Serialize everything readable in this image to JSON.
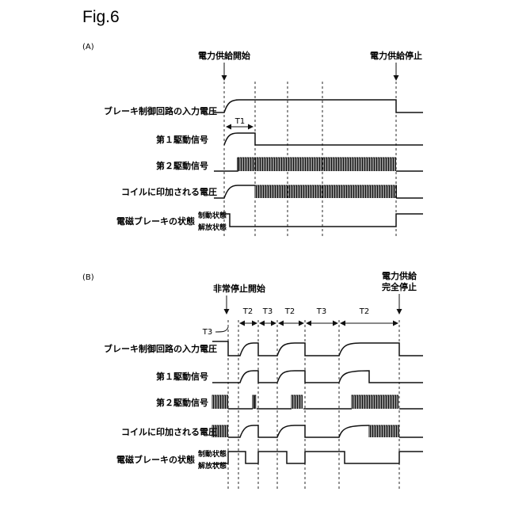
{
  "figure": {
    "title": "Fig.6"
  },
  "panel_a": {
    "label": "(A)",
    "events": {
      "start": "電力供給開始",
      "stop": "電力供給停止"
    },
    "interval": "T1",
    "rows": [
      {
        "label": "ブレーキ制御回路の入力電圧"
      },
      {
        "label": "第１駆動信号"
      },
      {
        "label": "第２駆動信号"
      },
      {
        "label": "コイルに印加される電圧"
      },
      {
        "label": "電磁ブレーキの状態"
      }
    ],
    "states": {
      "braking": "制動状態",
      "released": "解放状態"
    }
  },
  "panel_b": {
    "label": "(B)",
    "events": {
      "emergency": "非常停止開始",
      "complete_line1": "電力供給",
      "complete_line2": "完全停止"
    },
    "intervals": [
      "T3",
      "T2",
      "T3",
      "T2",
      "T3",
      "T2"
    ],
    "rows": [
      {
        "label": "ブレーキ制御回路の入力電圧"
      },
      {
        "label": "第１駆動信号"
      },
      {
        "label": "第２駆動信号"
      },
      {
        "label": "コイルに印加される電圧"
      },
      {
        "label": "電磁ブレーキの状態"
      }
    ],
    "states": {
      "braking": "制動状態",
      "released": "解放状態"
    }
  }
}
